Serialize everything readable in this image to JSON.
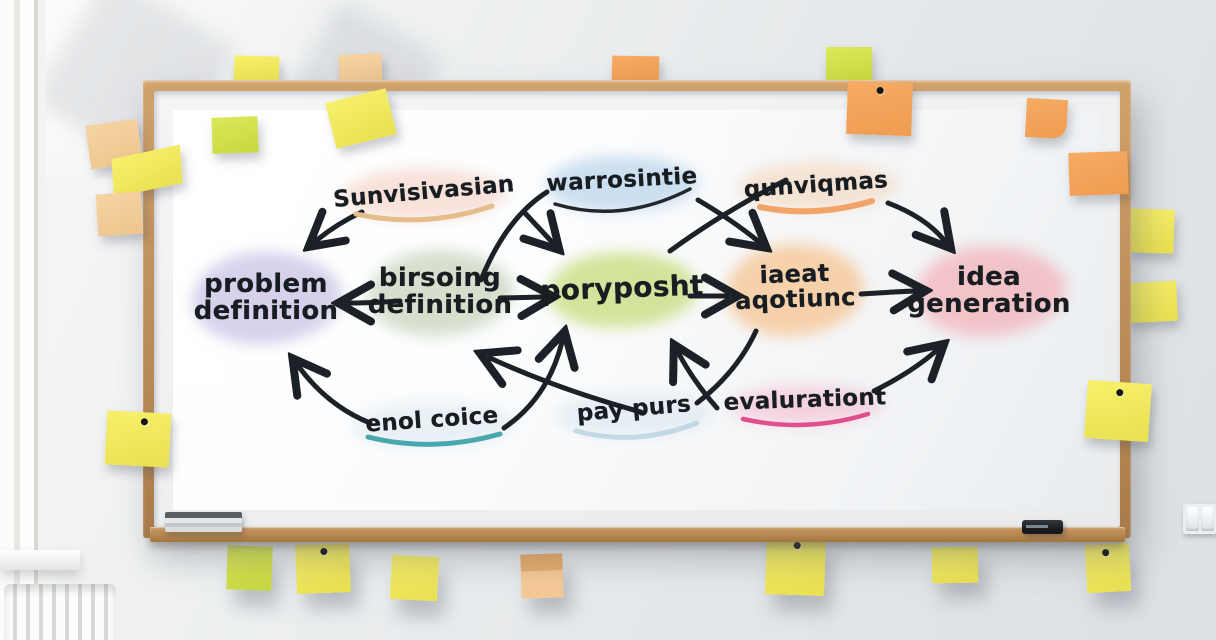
{
  "board": {
    "ink_color": "#1b2126",
    "nodes": {
      "problem": {
        "line1": "problem",
        "line2": "definition",
        "highlight": "#c9c2e6"
      },
      "birsoing": {
        "line1": "birsoing",
        "line2": "definition",
        "highlight": "#c3cfb4"
      },
      "porposht": {
        "label": "poryposht",
        "highlight": "#cbdc77"
      },
      "iaeat": {
        "line1": "iaeat",
        "line2": "aqotiunc",
        "highlight": "#f6c897"
      },
      "idea": {
        "line1": "idea",
        "line2": "generation",
        "highlight": "#f3b3b8"
      }
    },
    "annotations": {
      "sunvisivasian": {
        "label": "Sunvisivasian",
        "underline_color": "#e4bd8b",
        "glow": "#eeb29e"
      },
      "warrositie": {
        "label": "warrosintie",
        "underline_color": "#22262a",
        "glow": "#aecbe6"
      },
      "qunviqmas": {
        "label": "qunviqmas",
        "underline_color": "#f2a368",
        "glow": "#f3b982"
      },
      "enol_coice": {
        "label": "enol coice",
        "underline_color": "#49a8ad"
      },
      "pay_purs": {
        "label": "pay purs",
        "underline_color": "#b9d2e2"
      },
      "evaluration": {
        "label": "evalurationt",
        "underline_color": "#e04e8c"
      }
    }
  },
  "scene": {
    "frame_wood_color": "#b98a58",
    "wall_color": "#e7e9eb",
    "sticky_note_colors": {
      "yellow": "#f0e95c",
      "lime": "#d3e14c",
      "peach": "#f2cb97",
      "orange": "#f2a259"
    },
    "objects": [
      "whiteboard",
      "sticky-notes",
      "push-pins",
      "eraser",
      "marker",
      "window",
      "radiator",
      "light-switch"
    ]
  }
}
